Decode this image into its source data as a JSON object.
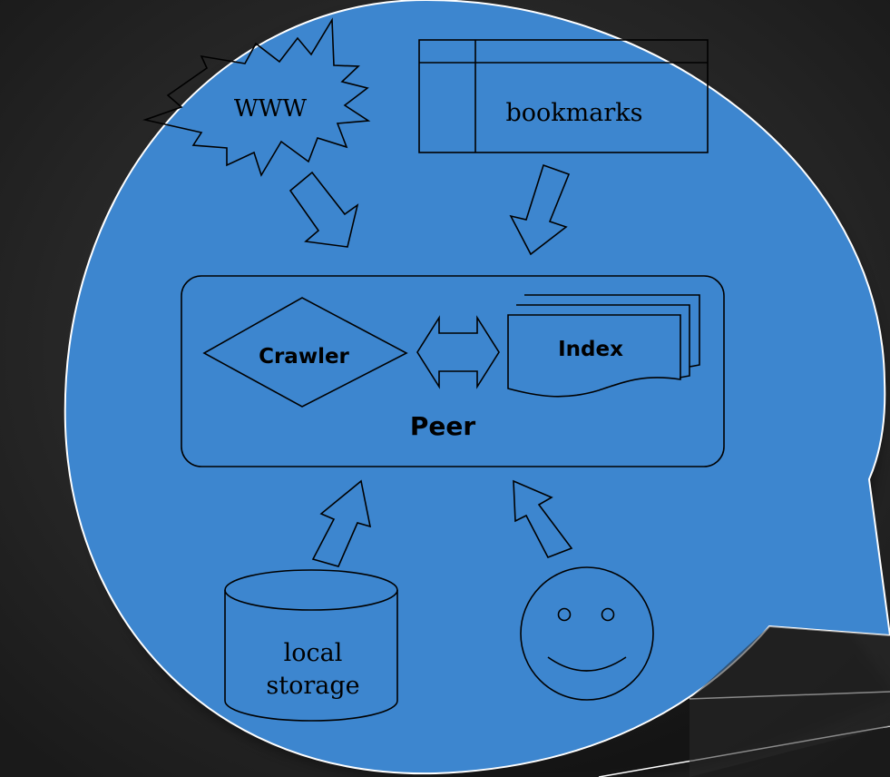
{
  "colors": {
    "background_dark": "#2b2b2b",
    "bubble_fill": "#3d86cf",
    "bubble_outline": "#ffffff",
    "stroke": "#000000"
  },
  "nodes": {
    "www": {
      "label": "WWW",
      "shape": "explosion"
    },
    "bookmarks": {
      "label": "bookmarks",
      "shape": "table"
    },
    "peer": {
      "label": "Peer",
      "shape": "rounded-rect"
    },
    "crawler": {
      "label": "Crawler",
      "shape": "diamond"
    },
    "index": {
      "label": "Index",
      "shape": "stacked-documents"
    },
    "local_storage": {
      "label_line1": "local",
      "label_line2": "storage",
      "shape": "cylinder"
    },
    "user": {
      "label": "",
      "shape": "smiley-face"
    }
  },
  "edges": [
    {
      "from": "www",
      "to": "peer",
      "style": "block-arrow"
    },
    {
      "from": "bookmarks",
      "to": "peer",
      "style": "block-arrow"
    },
    {
      "from": "crawler",
      "to": "index",
      "style": "double-block-arrow"
    },
    {
      "from": "local_storage",
      "to": "peer",
      "style": "block-arrow"
    },
    {
      "from": "user",
      "to": "peer",
      "style": "block-arrow"
    }
  ]
}
